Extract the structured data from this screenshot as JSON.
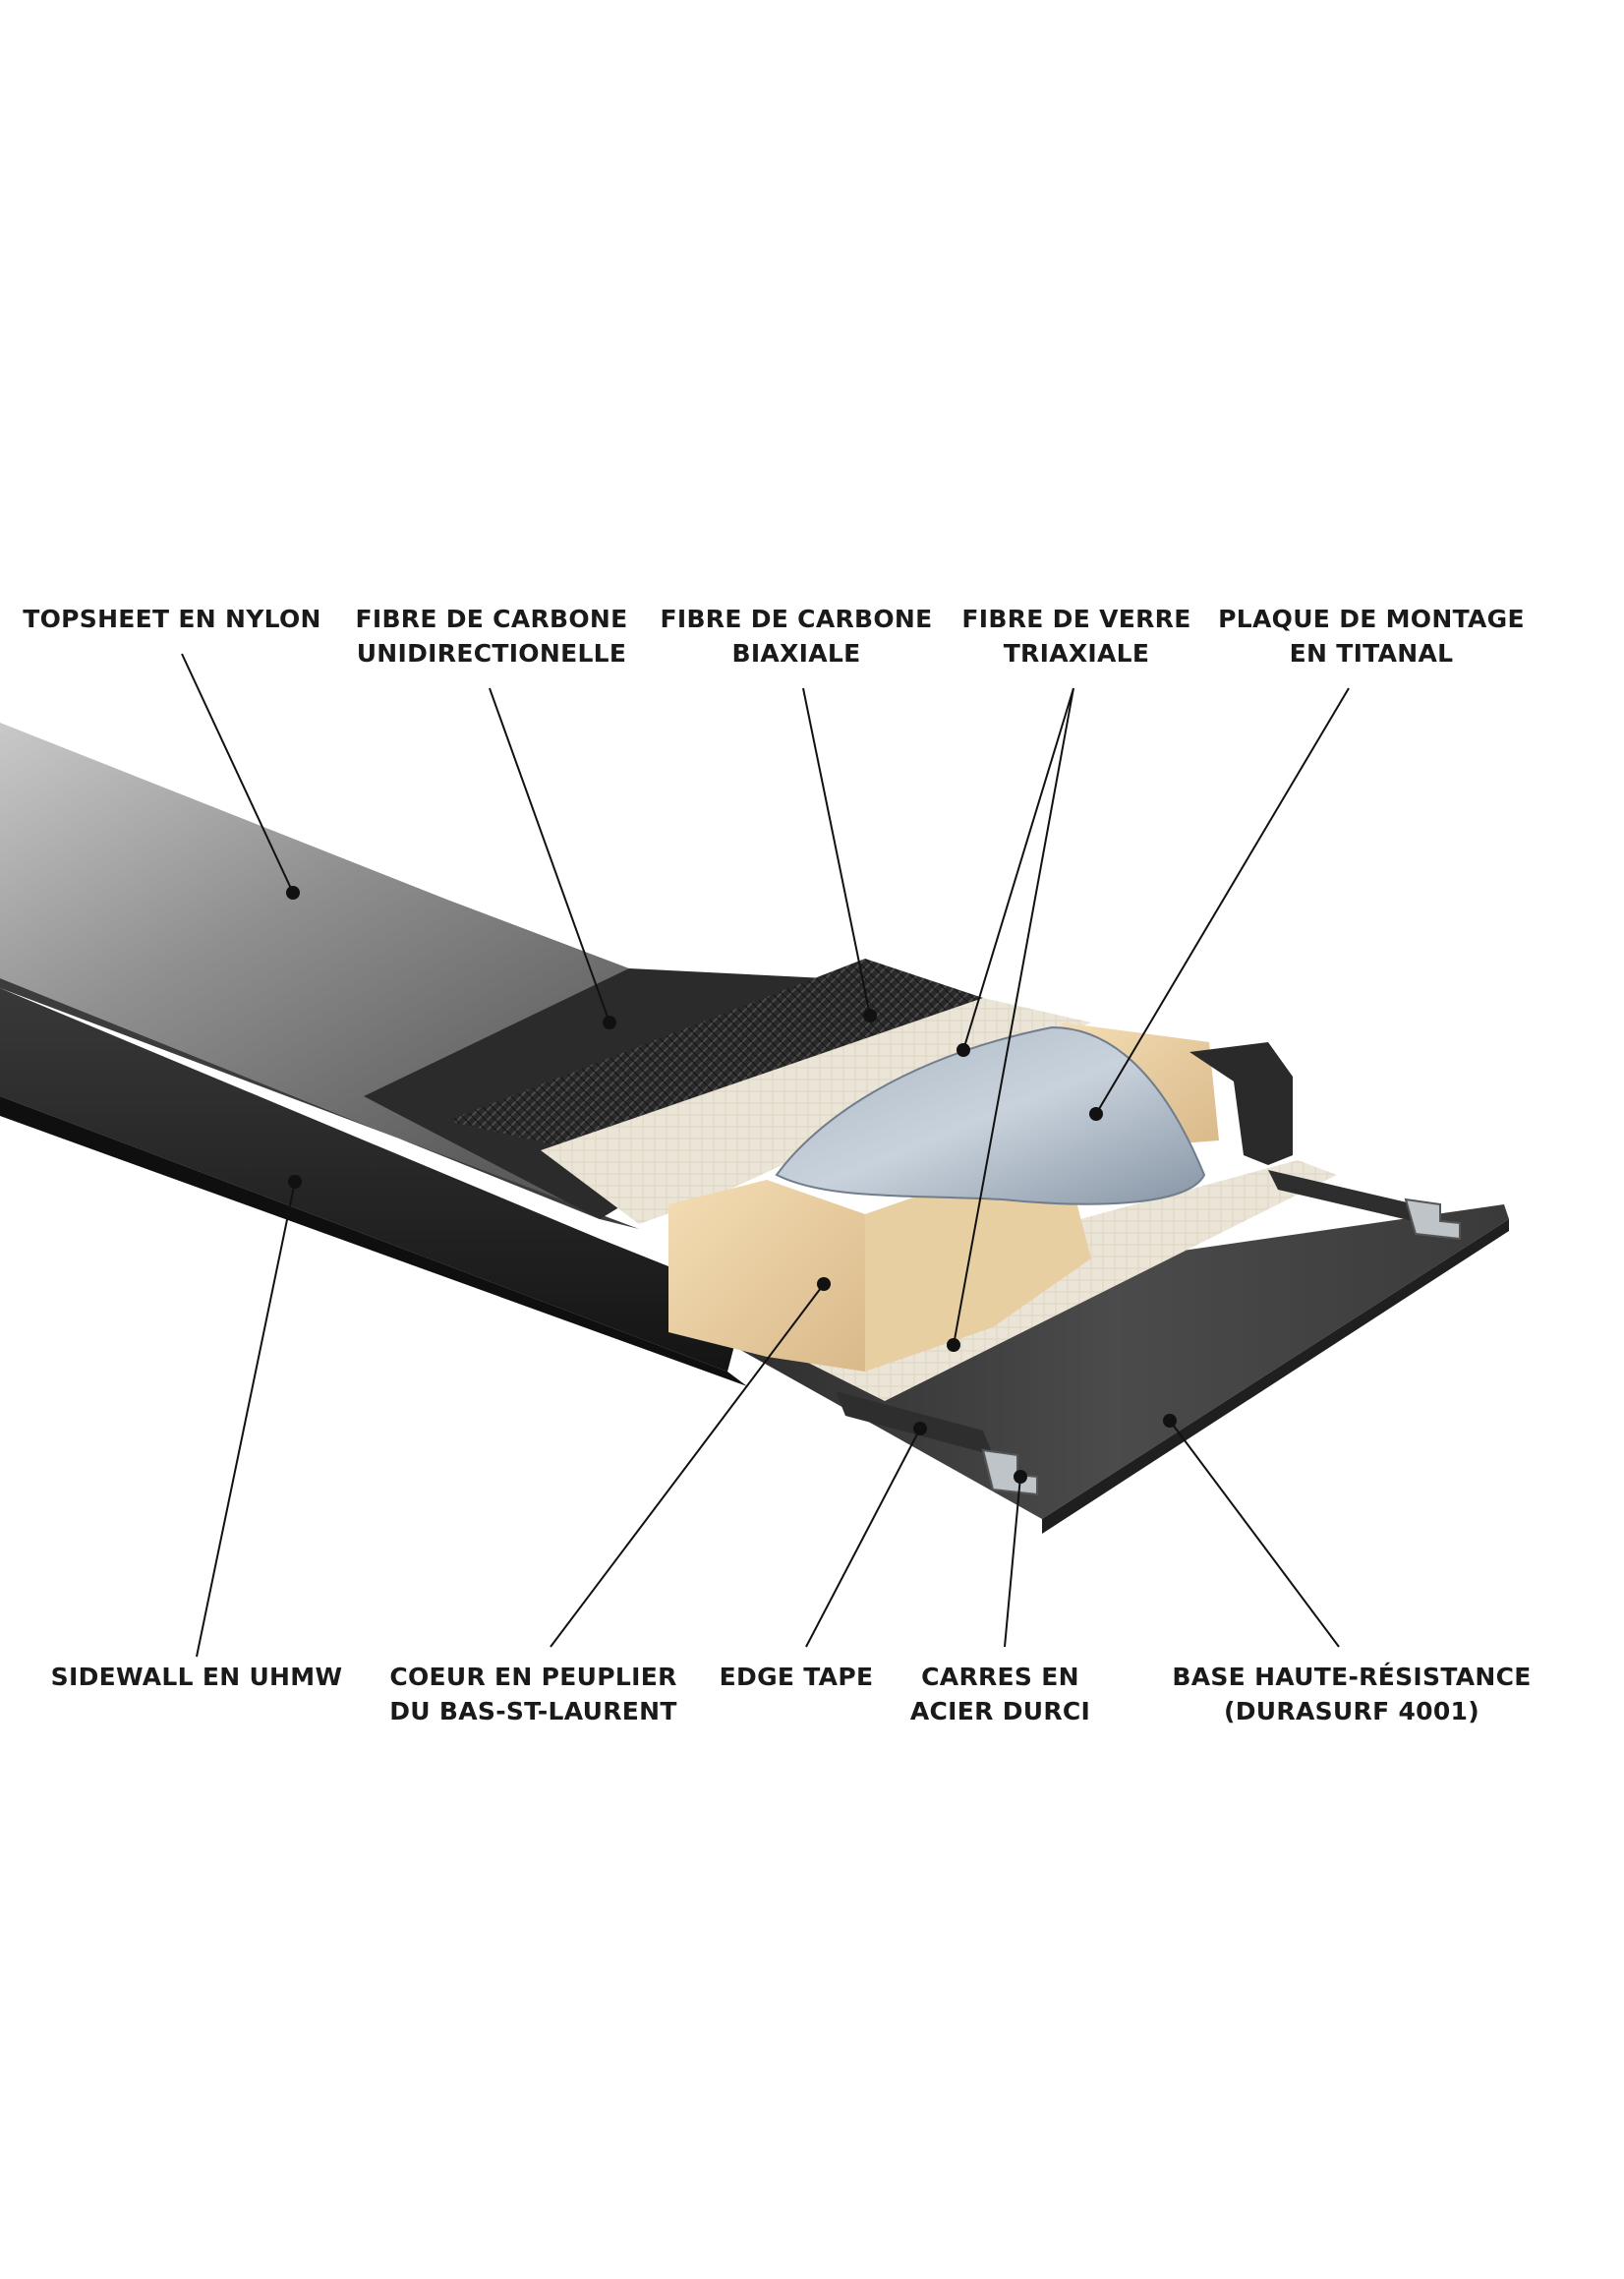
{
  "labels": {
    "topsheet": {
      "line1": "TOPSHEET EN NYLON",
      "line2": ""
    },
    "carbon_uni": {
      "line1": "FIBRE DE CARBONE",
      "line2": "UNIDIRECTIONELLE"
    },
    "carbon_biax": {
      "line1": "FIBRE DE CARBONE",
      "line2": "BIAXIALE"
    },
    "glass_triax": {
      "line1": "FIBRE DE VERRE",
      "line2": "TRIAXIALE"
    },
    "titanal_plate": {
      "line1": "PLAQUE DE MONTAGE",
      "line2": "EN TITANAL"
    },
    "sidewall": {
      "line1": "SIDEWALL EN UHMW",
      "line2": ""
    },
    "core": {
      "line1": "COEUR EN PEUPLIER",
      "line2": "DU BAS-ST-LAURENT"
    },
    "edge_tape": {
      "line1": "EDGE TAPE",
      "line2": ""
    },
    "edges": {
      "line1": "CARRES EN",
      "line2": "ACIER DURCI"
    },
    "base": {
      "line1": "BASE HAUTE-RÉSISTANCE",
      "line2": "(DURASURF 4001)"
    }
  }
}
